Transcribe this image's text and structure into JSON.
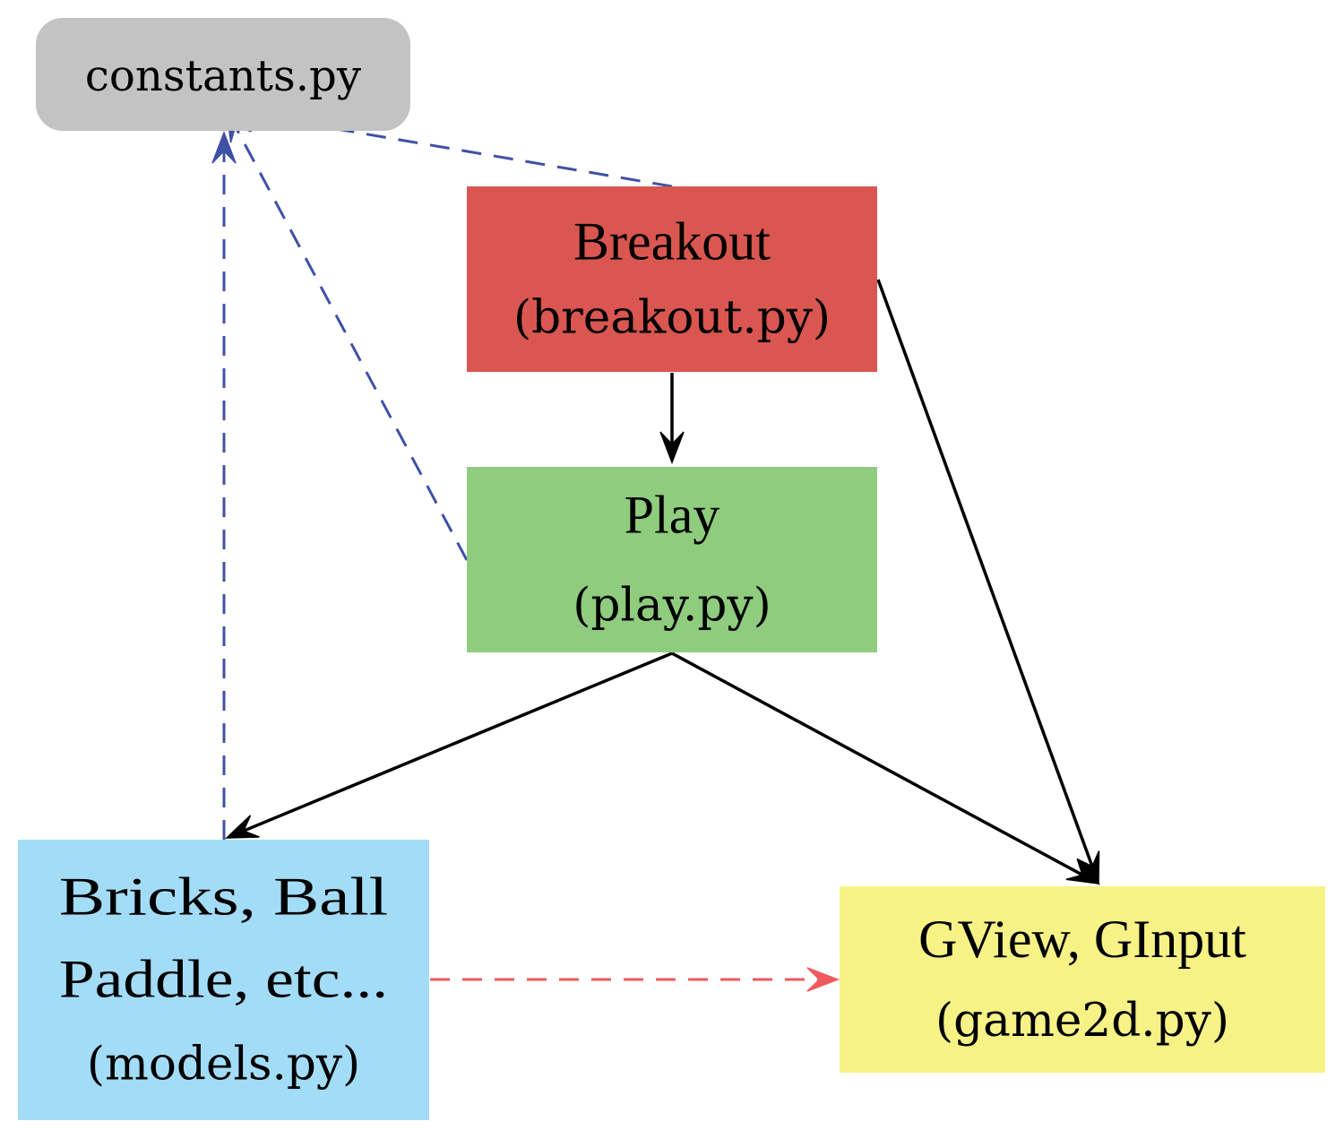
{
  "diagram": {
    "nodes": [
      {
        "id": "constants",
        "lines": [
          "constants.py"
        ],
        "mono_lines": [
          0
        ],
        "fill": "#c3c3c3",
        "shape": "rounded"
      },
      {
        "id": "breakout",
        "lines": [
          "Breakout",
          "(breakout.py)"
        ],
        "mono_lines": [
          1
        ],
        "fill": "#d95750",
        "shape": "rect"
      },
      {
        "id": "play",
        "lines": [
          "Play",
          "(play.py)"
        ],
        "mono_lines": [
          1
        ],
        "fill": "#8fcc7e",
        "shape": "rect"
      },
      {
        "id": "models",
        "lines": [
          "Bricks, Ball",
          "Paddle, etc...",
          "(models.py)"
        ],
        "mono_lines": [
          2
        ],
        "fill": "#a3dcf6",
        "shape": "rect"
      },
      {
        "id": "game2d",
        "lines": [
          "GView, GInput",
          "(game2d.py)"
        ],
        "mono_lines": [
          1
        ],
        "fill": "#f6f285",
        "shape": "rect"
      }
    ],
    "edges": [
      {
        "from": "breakout",
        "to": "play",
        "style": "solid",
        "color": "#000000"
      },
      {
        "from": "breakout",
        "to": "game2d",
        "style": "solid",
        "color": "#000000"
      },
      {
        "from": "play",
        "to": "models",
        "style": "solid",
        "color": "#000000"
      },
      {
        "from": "play",
        "to": "game2d",
        "style": "solid",
        "color": "#000000"
      },
      {
        "from": "breakout",
        "to": "constants",
        "style": "dashed",
        "color": "#3f51a5"
      },
      {
        "from": "play",
        "to": "constants",
        "style": "dashed",
        "color": "#3f51a5"
      },
      {
        "from": "models",
        "to": "constants",
        "style": "dashed",
        "color": "#3f51a5"
      },
      {
        "from": "models",
        "to": "game2d",
        "style": "dashed",
        "color": "#ef5a5f"
      }
    ]
  }
}
